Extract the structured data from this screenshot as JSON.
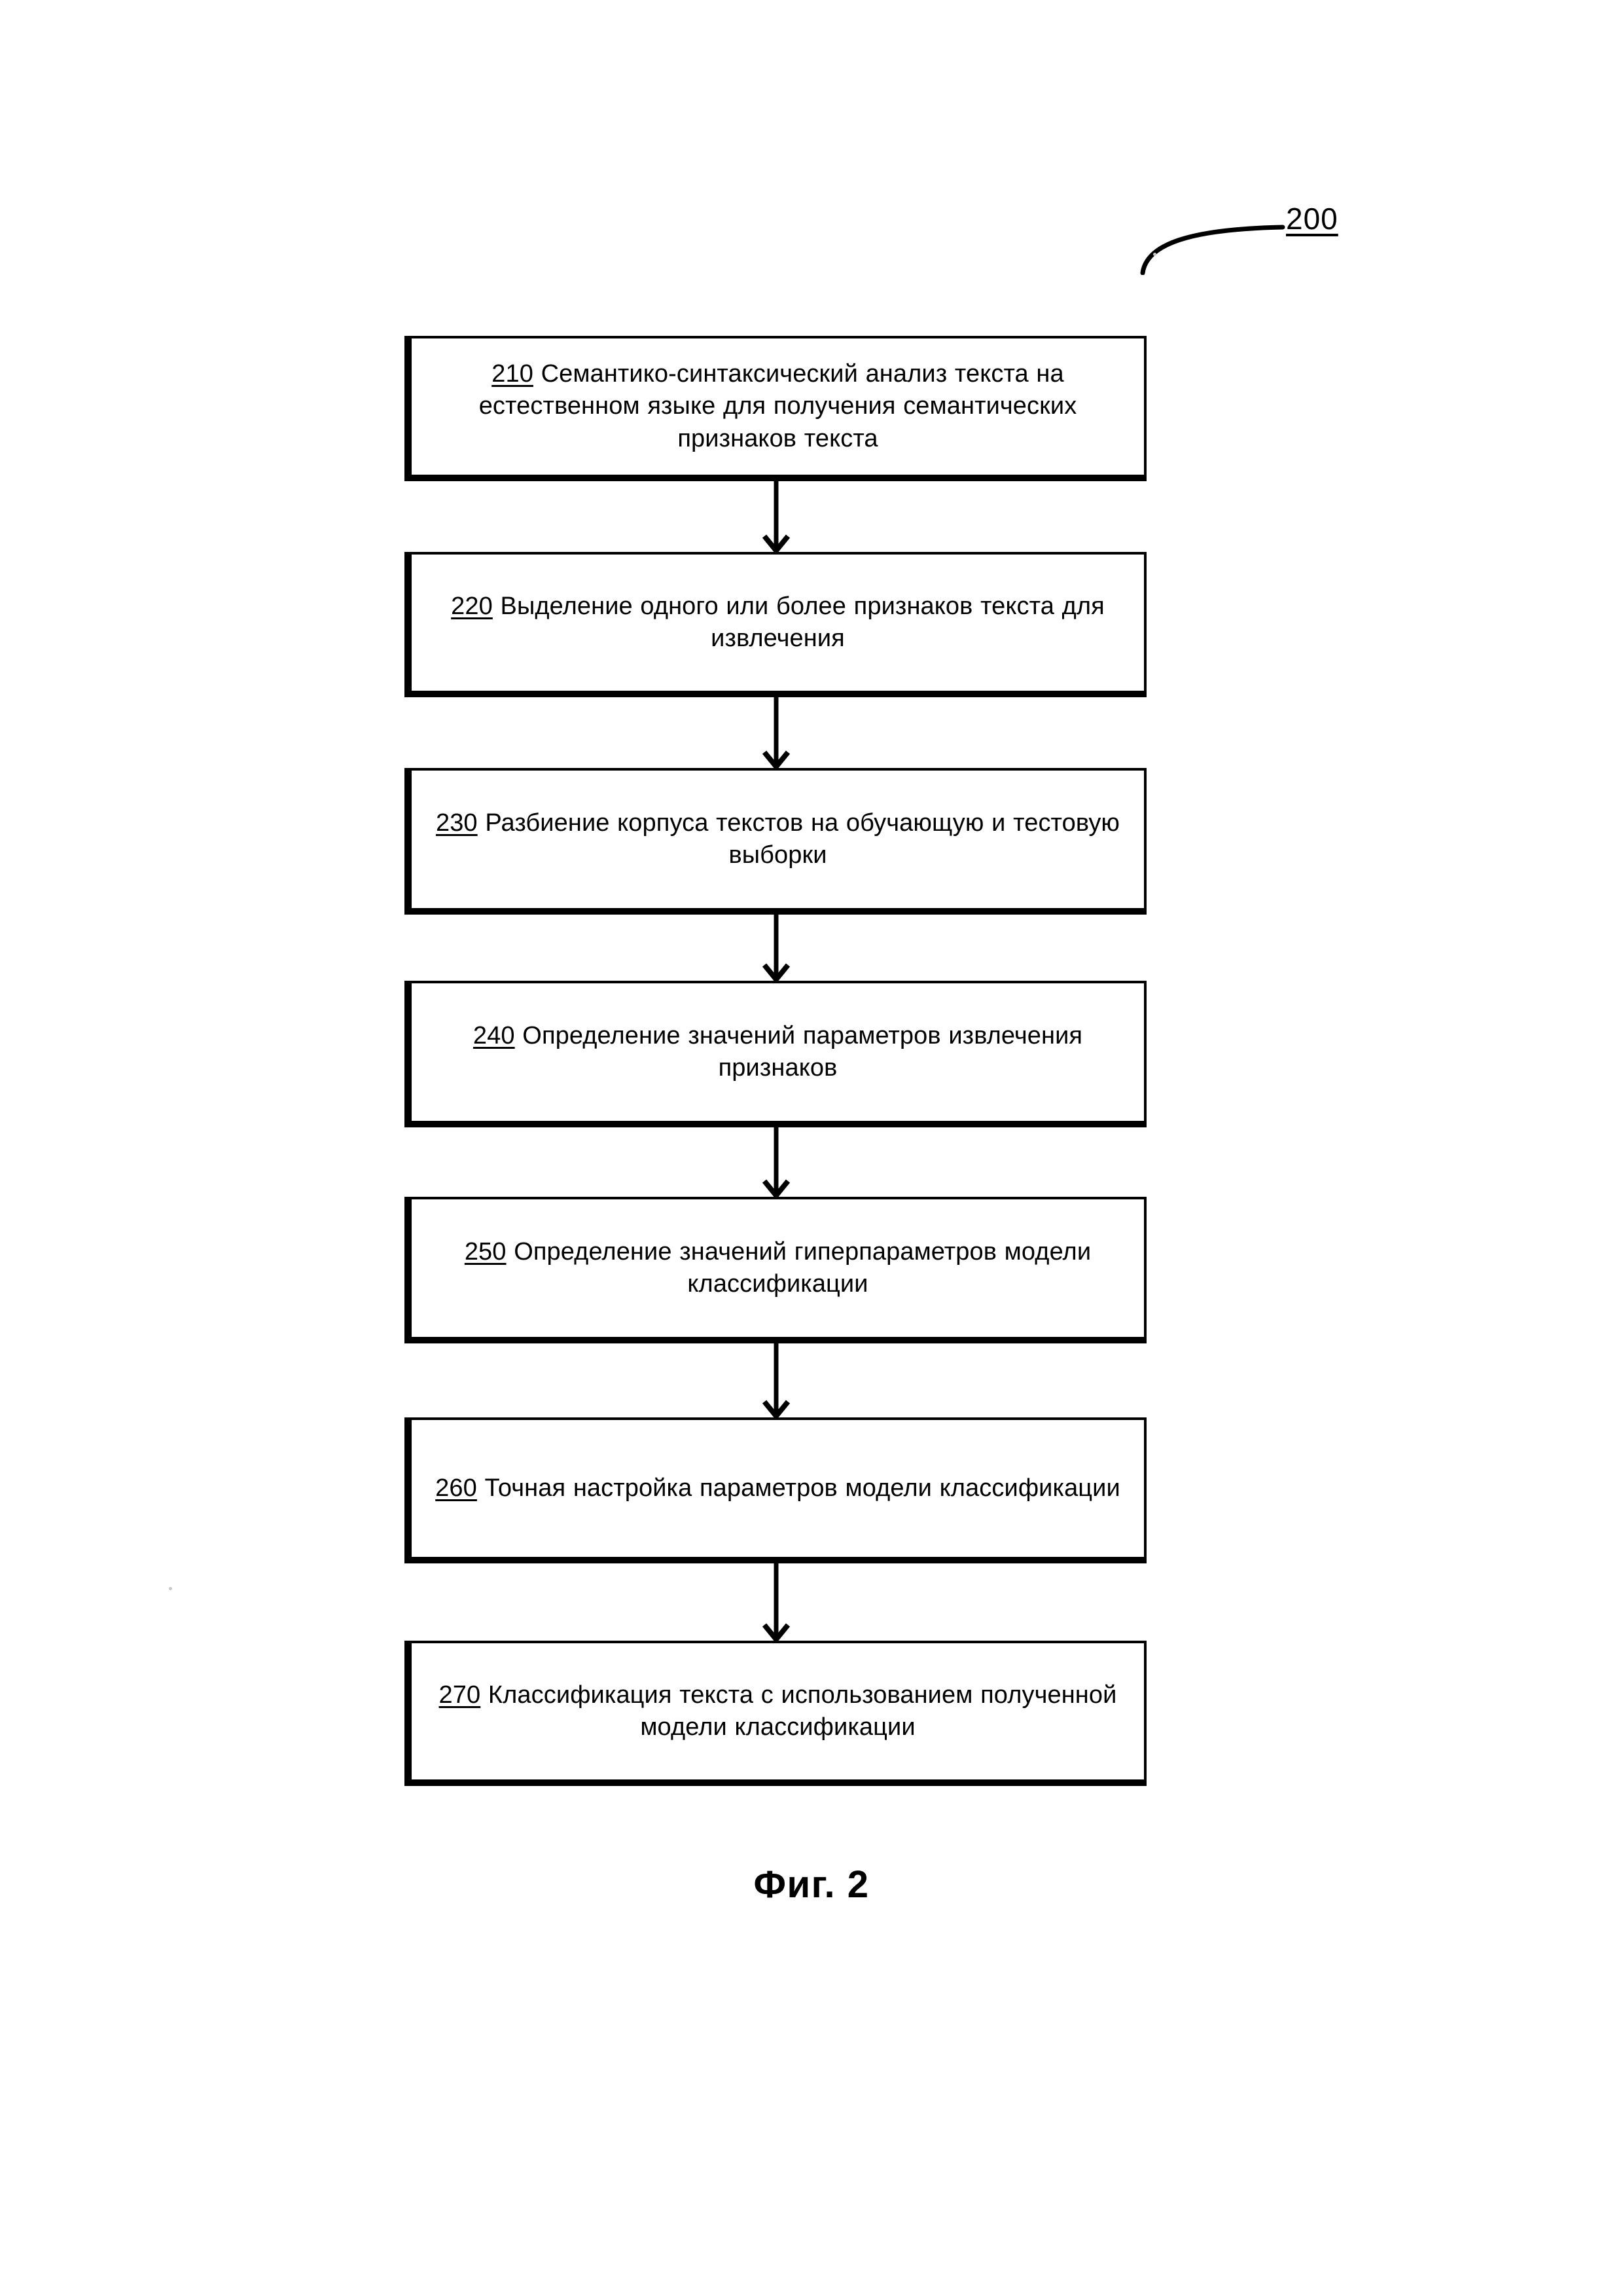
{
  "figure": {
    "reference_numeral": "200",
    "caption": "Фиг. 2"
  },
  "flowchart": {
    "type": "flowchart",
    "orientation": "vertical",
    "arrow_count": 6,
    "nodes": [
      {
        "id": "210",
        "ref": "210",
        "text": "Семантико-синтаксический анализ текста на естественном языке для получения семантических признаков текста"
      },
      {
        "id": "220",
        "ref": "220",
        "text": "Выделение одного или более признаков текста для извлечения"
      },
      {
        "id": "230",
        "ref": "230",
        "text": "Разбиение корпуса текстов на обучающую и тестовую выборки"
      },
      {
        "id": "240",
        "ref": "240",
        "text": "Определение значений параметров извлечения признаков"
      },
      {
        "id": "250",
        "ref": "250",
        "text": "Определение значений гиперпараметров модели классификации"
      },
      {
        "id": "260",
        "ref": "260",
        "text": "Точная настройка параметров модели классификации"
      },
      {
        "id": "270",
        "ref": "270",
        "text": "Классификация текста с использованием полученной модели классификации"
      }
    ]
  },
  "colors": {
    "ink": "#000000",
    "paper": "#ffffff"
  }
}
